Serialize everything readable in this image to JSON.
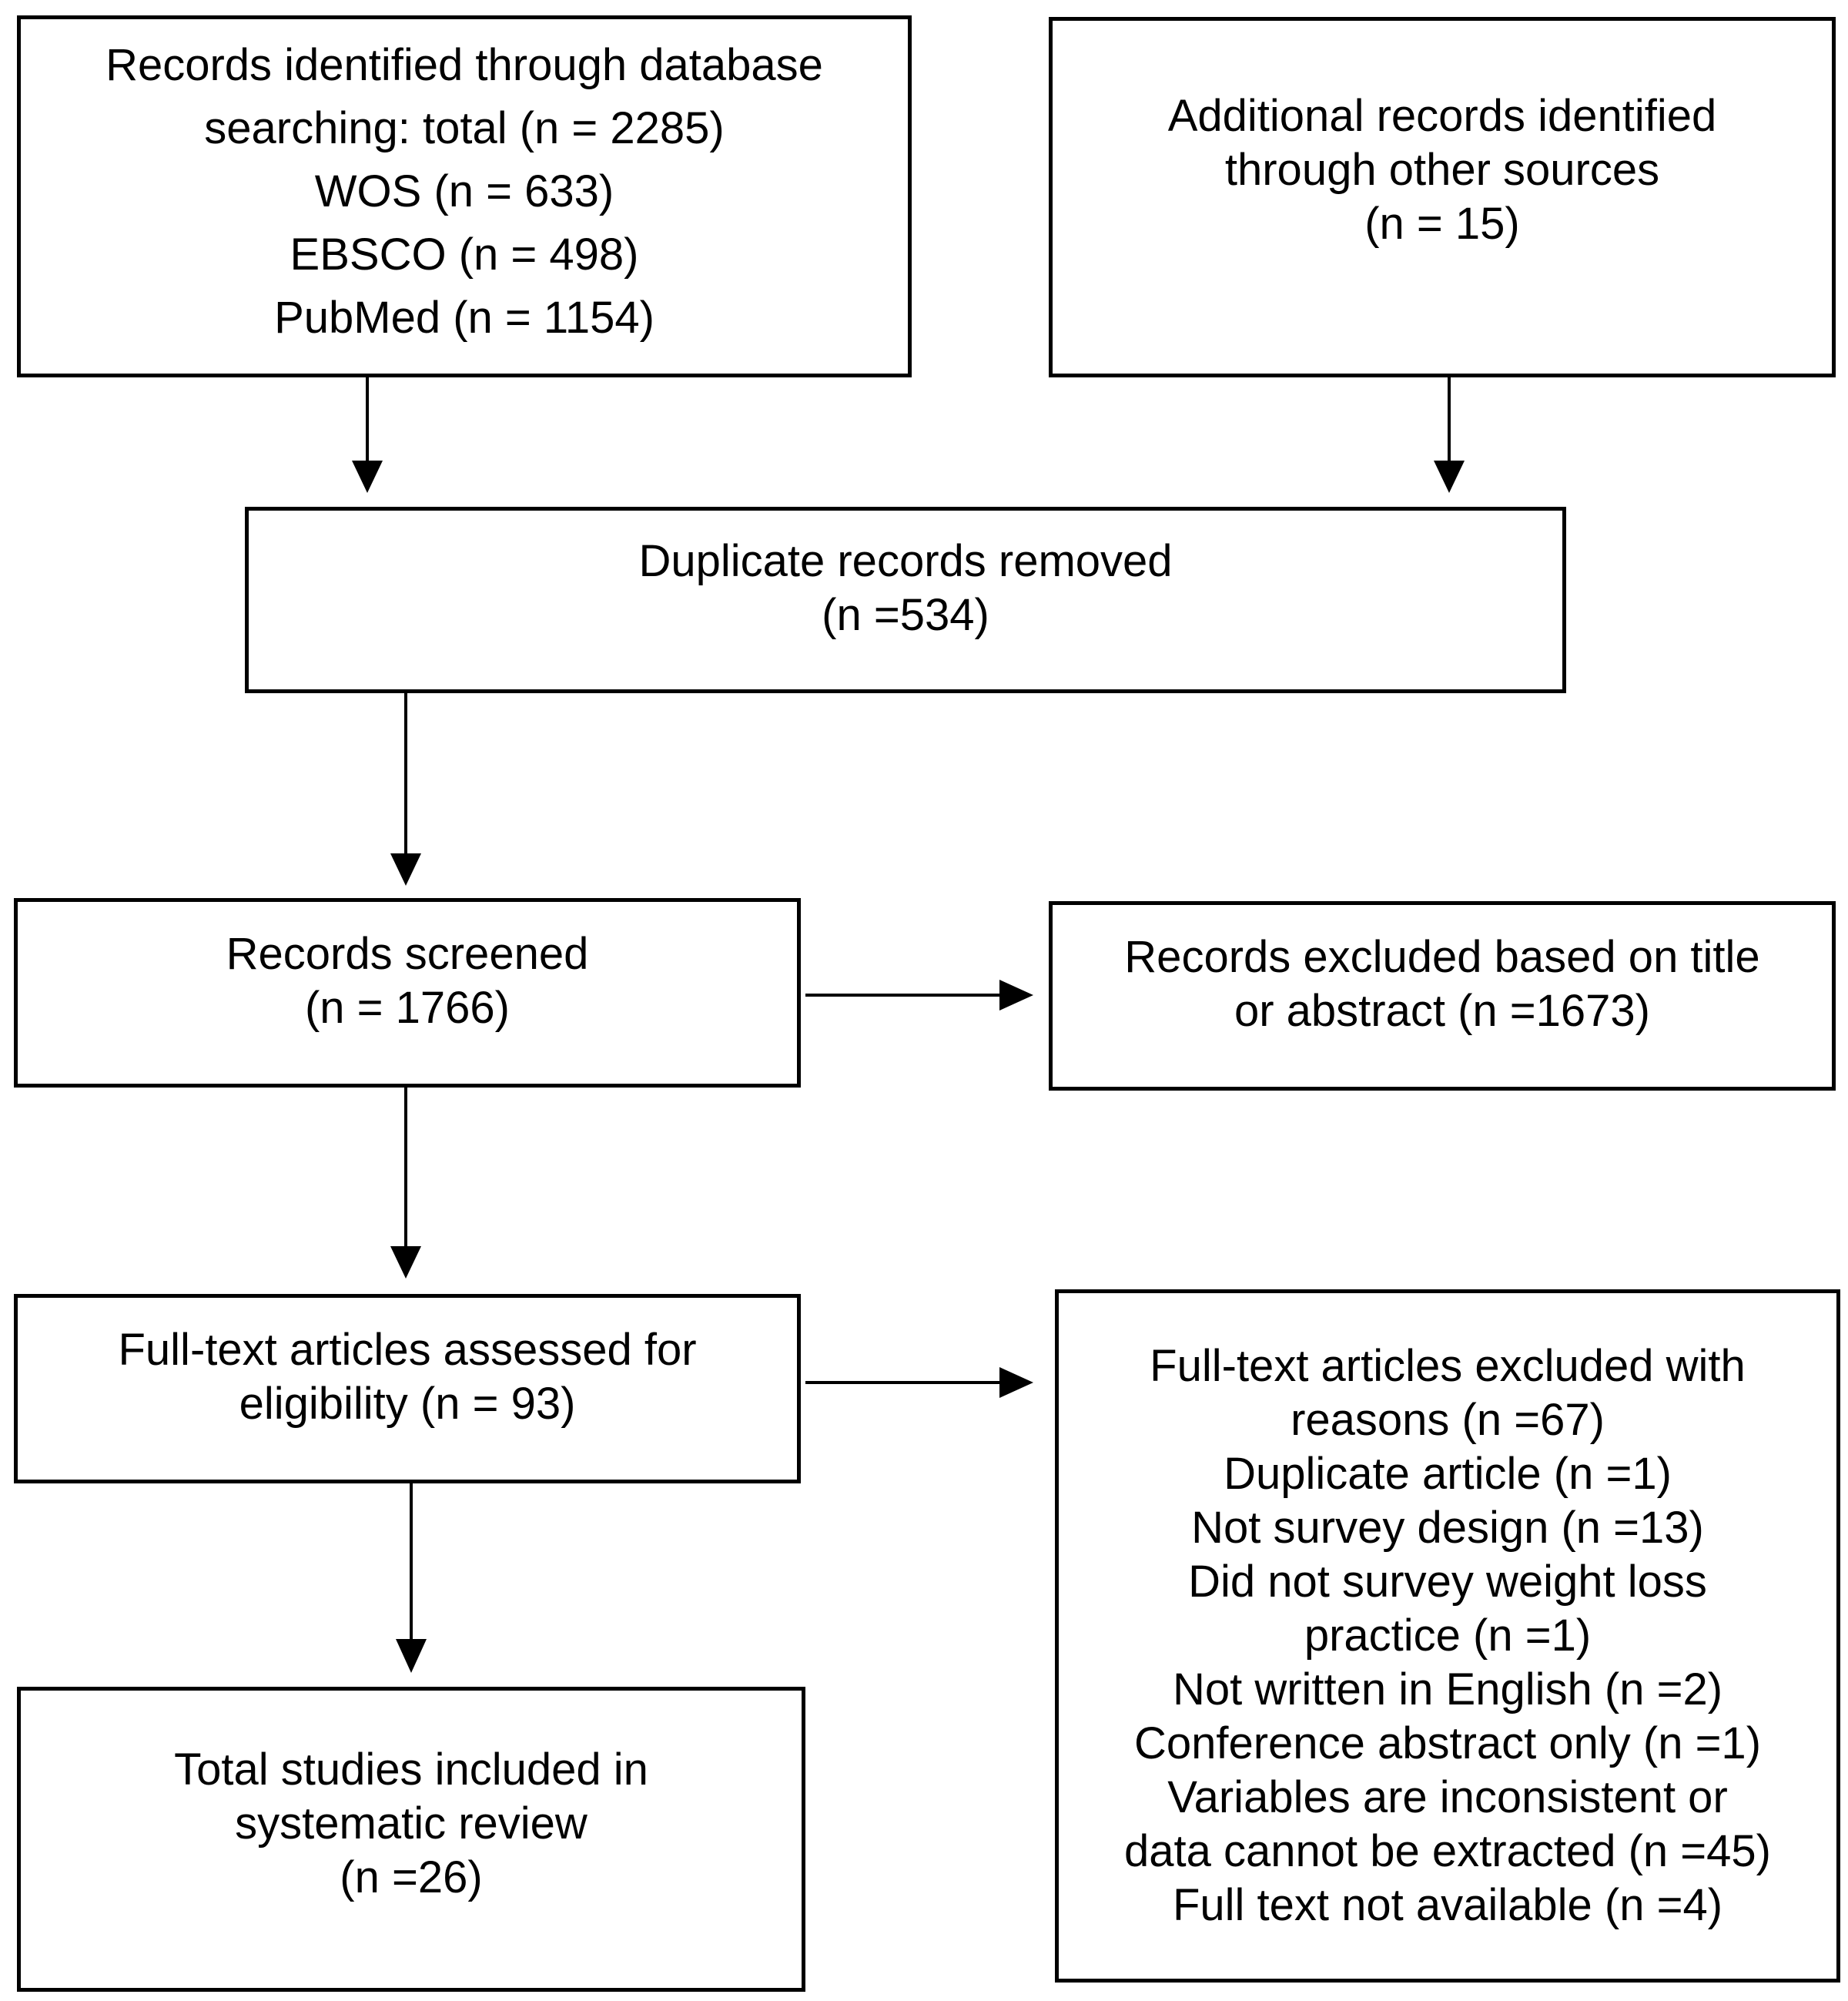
{
  "boxes": {
    "identified_database": {
      "lines": [
        "Records identified through database",
        "searching: total (n = 2285)",
        "WOS (n = 633)",
        "EBSCO (n = 498)",
        "PubMed (n = 1154)"
      ]
    },
    "identified_other": {
      "lines": [
        "Additional records identified",
        "through other sources",
        "(n = 15)"
      ]
    },
    "duplicates_removed": {
      "lines": [
        "Duplicate records removed",
        "(n =534)"
      ]
    },
    "records_screened": {
      "lines": [
        "Records screened",
        "(n = 1766)"
      ]
    },
    "records_excluded": {
      "lines": [
        "Records excluded based on title",
        "or abstract (n =1673)"
      ]
    },
    "fulltext_assessed": {
      "lines": [
        "Full-text articles assessed for",
        "eligibility (n = 93)"
      ]
    },
    "fulltext_excluded": {
      "lines": [
        "Full-text articles excluded with",
        "reasons (n =67)",
        "Duplicate article (n =1)",
        "Not survey design (n =13)",
        "Did not survey weight loss",
        "practice (n =1)",
        "Not written in English (n =2)",
        "Conference abstract only (n =1)",
        "Variables are inconsistent or",
        "data cannot be extracted (n =45)",
        "Full text not available (n =4)"
      ]
    },
    "included": {
      "lines": [
        "Total studies included in",
        "systematic review",
        "(n =26)"
      ]
    }
  }
}
